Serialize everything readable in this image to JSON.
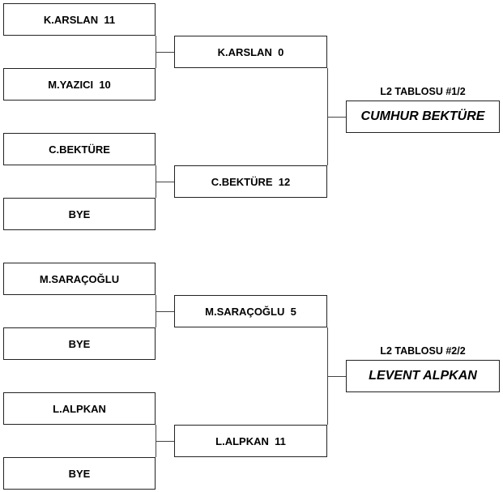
{
  "groups": [
    {
      "round1": [
        {
          "name": "K.ARSLAN",
          "score": "11"
        },
        {
          "name": "M.YAZICI",
          "score": "10"
        },
        {
          "name": "C.BEKTÜRE",
          "score": ""
        },
        {
          "name": "BYE",
          "score": ""
        }
      ],
      "round2": [
        {
          "name": "K.ARSLAN",
          "score": "0"
        },
        {
          "name": "C.BEKTÜRE",
          "score": "12"
        }
      ],
      "final_label": "L2 TABLOSU #1/2",
      "final_name": "CUMHUR BEKTÜRE"
    },
    {
      "round1": [
        {
          "name": "M.SARAÇOĞLU",
          "score": ""
        },
        {
          "name": "BYE",
          "score": ""
        },
        {
          "name": "L.ALPKAN",
          "score": ""
        },
        {
          "name": "BYE",
          "score": ""
        }
      ],
      "round2": [
        {
          "name": "M.SARAÇOĞLU",
          "score": "5"
        },
        {
          "name": "L.ALPKAN",
          "score": "11"
        }
      ],
      "final_label": "L2 TABLOSU #2/2",
      "final_name": "LEVENT ALPKAN"
    }
  ]
}
